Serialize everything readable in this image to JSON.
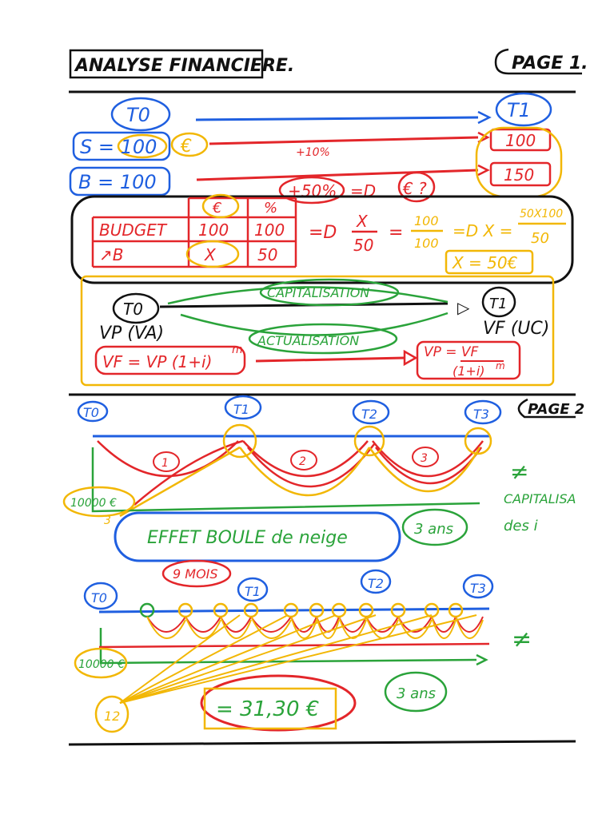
{
  "header": {
    "title": "ANALYSE FINANCIERE.",
    "page1": "PAGE 1.",
    "page2": "PAGE 2"
  },
  "colors": {
    "blue": "#1f5fe0",
    "red": "#e3262a",
    "yellow": "#f2b705",
    "green": "#2aa33a",
    "black": "#111111"
  },
  "top": {
    "t0": "T0",
    "t1": "T1",
    "s_eq": "S = 100",
    "euro_tag": "€",
    "b_eq": "B = 100",
    "s_end": "100",
    "b_end": "150",
    "pct10": "+10%",
    "pct50": "+50%",
    "arrow_q": "=D",
    "q_euro": "€ ?"
  },
  "table": {
    "h_euro": "€",
    "h_pct": "%",
    "r1_label": "BUDGET",
    "r1_euro": "100",
    "r1_pct": "100",
    "r2_label": "↗B",
    "r2_euro": "X",
    "r2_pct": "50",
    "arrow1": "=D",
    "f1_num": "X",
    "f1_den": "50",
    "eq": "=",
    "f2_num": "100",
    "f2_den": "100",
    "arrow2": "=D X =",
    "f3_num": "50X100",
    "f3_den": "50",
    "result": "X = 50€"
  },
  "capital": {
    "t0": "T0",
    "t1": "T1",
    "cap_label": "CAPITALISATION",
    "act_label": "ACTUALISATION",
    "vp": "VP (VA)",
    "vf": "VF (UC)",
    "vf_formula": "VF = VP (1+i)",
    "vf_exp": "m",
    "vp_num": "VP = VF",
    "vp_den": "(1+i)",
    "vp_exp": "m"
  },
  "page2": {
    "t0": "T0",
    "t1": "T1",
    "t2": "T2",
    "t3": "T3",
    "n1": "1",
    "n2": "2",
    "n3": "3",
    "amount": "10000 €",
    "small3": "3",
    "boule": "EFFET BOULE de neige",
    "ans1": "3 ans",
    "neq": "≠",
    "capit": "CAPITALISA",
    "des_i": "des i"
  },
  "lower": {
    "mois": "9 MOIS",
    "t0": "T0",
    "t1": "T1",
    "t2": "T2",
    "t3": "T3",
    "amount": "10000 €",
    "twelve": "12",
    "result": "= 31,30 €",
    "ans": "3 ans",
    "neq": "≠"
  }
}
